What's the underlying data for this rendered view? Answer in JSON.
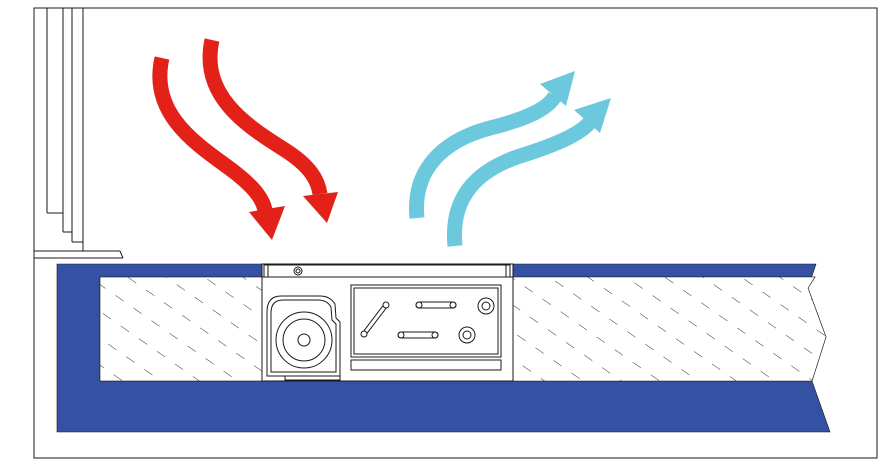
{
  "colors": {
    "background": "#ffffff",
    "line": "#1a1a1a",
    "floor_slab": "#3551a4",
    "insulation_hatch": "#1a1a1a",
    "warm_air": "#e32119",
    "cool_air": "#6cc8dc"
  },
  "diagram": {
    "kind": "trench-convector cross-section",
    "elements": [
      "wall-profile",
      "floor-slab",
      "insulation-left",
      "insulation-right",
      "trench-housing",
      "grille-cover",
      "tangential-fan",
      "control-box",
      "warm-air-arrows",
      "cool-air-arrows"
    ],
    "warm_air_arrows": 2,
    "cool_air_arrows": 2
  }
}
